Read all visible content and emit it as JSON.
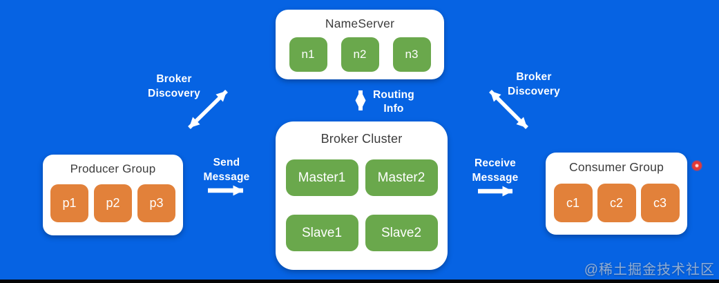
{
  "colors": {
    "background": "#0663e3",
    "node_green": "#6aa84c",
    "node_orange": "#e2813a",
    "container_bg": "#ffffff",
    "container_text": "#3c3c3c",
    "arrow": "#ffffff",
    "label_text": "#ffffff",
    "record_dot": "#e53935"
  },
  "nameserver": {
    "title": "NameServer",
    "nodes": [
      "n1",
      "n2",
      "n3"
    ]
  },
  "broker_cluster": {
    "title": "Broker Cluster",
    "nodes": [
      "Master1",
      "Master2",
      "Slave1",
      "Slave2"
    ]
  },
  "producer_group": {
    "title": "Producer Group",
    "nodes": [
      "p1",
      "p2",
      "p3"
    ]
  },
  "consumer_group": {
    "title": "Consumer Group",
    "nodes": [
      "c1",
      "c2",
      "c3"
    ]
  },
  "labels": {
    "broker_discovery_left": {
      "line1": "Broker",
      "line2": "Discovery"
    },
    "broker_discovery_right": {
      "line1": "Broker",
      "line2": "Discovery"
    },
    "routing_info": {
      "line1": "Routing",
      "line2": "Info"
    },
    "send_message": {
      "line1": "Send",
      "line2": "Message"
    },
    "receive_message": {
      "line1": "Receive",
      "line2": "Message"
    }
  },
  "connections": [
    {
      "from": "Producer Group",
      "to": "NameServer",
      "label": "Broker Discovery",
      "bidirectional": true
    },
    {
      "from": "Consumer Group",
      "to": "NameServer",
      "label": "Broker Discovery",
      "bidirectional": true
    },
    {
      "from": "NameServer",
      "to": "Broker Cluster",
      "label": "Routing Info",
      "bidirectional": true
    },
    {
      "from": "Producer Group",
      "to": "Broker Cluster",
      "label": "Send Message",
      "bidirectional": false
    },
    {
      "from": "Broker Cluster",
      "to": "Consumer Group",
      "label": "Receive Message",
      "bidirectional": false
    }
  ],
  "watermark": "@稀土掘金技术社区"
}
